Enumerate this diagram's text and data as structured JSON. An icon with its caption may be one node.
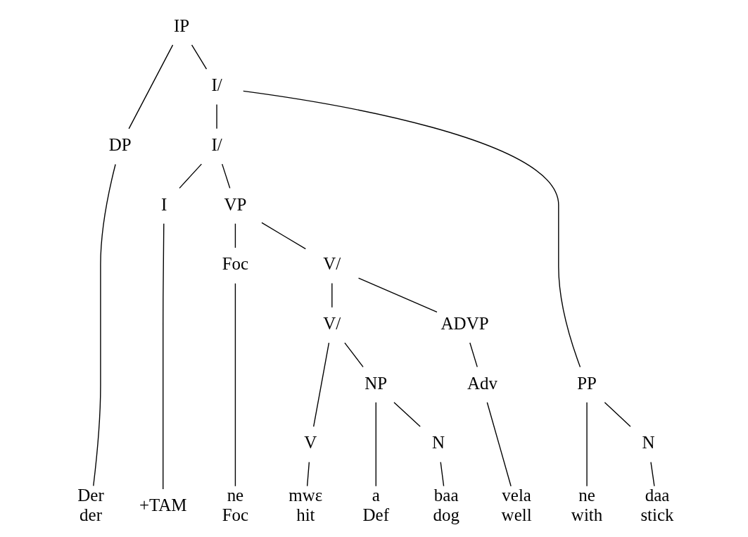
{
  "diagram": {
    "nodes": [
      {
        "text": [
          "IP"
        ]
      },
      {
        "text": [
          "DP"
        ]
      },
      {
        "text": [
          "I/"
        ]
      },
      {
        "text": [
          "I/"
        ]
      },
      {
        "text": [
          "I"
        ]
      },
      {
        "text": [
          "VP"
        ]
      },
      {
        "text": [
          "PP"
        ]
      },
      {
        "text": [
          "Foc"
        ]
      },
      {
        "text": [
          "V/"
        ]
      },
      {
        "text": [
          "N"
        ]
      },
      {
        "text": [
          "V/"
        ]
      },
      {
        "text": [
          "ADVP"
        ]
      },
      {
        "text": [
          "V"
        ]
      },
      {
        "text": [
          "NP"
        ]
      },
      {
        "text": [
          "Adv"
        ]
      },
      {
        "text": [
          "N"
        ]
      },
      {
        "text": [
          "Der",
          "der"
        ]
      },
      {
        "text": [
          "+TAM"
        ]
      },
      {
        "text": [
          "ne",
          "Foc"
        ]
      },
      {
        "text": [
          "mwɛ",
          "hit"
        ]
      },
      {
        "text": [
          "a",
          "Def"
        ]
      },
      {
        "text": [
          "baa",
          "dog"
        ]
      },
      {
        "text": [
          "vela",
          "well"
        ]
      },
      {
        "text": [
          "ne",
          "with"
        ]
      },
      {
        "text": [
          "daa",
          "stick"
        ]
      }
    ],
    "edges": [
      {
        "from": 0,
        "to": 1,
        "arrow": "none"
      },
      {
        "from": 0,
        "to": 2,
        "arrow": "none"
      },
      {
        "from": 2,
        "to": 3,
        "arrow": "none"
      },
      {
        "from": 2,
        "to": 6,
        "arrow": "none"
      },
      {
        "from": 3,
        "to": 4,
        "arrow": "none"
      },
      {
        "from": 3,
        "to": 5,
        "arrow": "none"
      },
      {
        "from": 5,
        "to": 7,
        "arrow": "none"
      },
      {
        "from": 5,
        "to": 8,
        "arrow": "none"
      },
      {
        "from": 8,
        "to": 10,
        "arrow": "none"
      },
      {
        "from": 8,
        "to": 11,
        "arrow": "none"
      },
      {
        "from": 10,
        "to": 12,
        "arrow": "none"
      },
      {
        "from": 10,
        "to": 13,
        "arrow": "none"
      },
      {
        "from": 13,
        "to": 20,
        "arrow": "none"
      },
      {
        "from": 13,
        "to": 15,
        "arrow": "none"
      },
      {
        "from": 11,
        "to": 14,
        "arrow": "none"
      },
      {
        "from": 6,
        "to": 23,
        "arrow": "none"
      },
      {
        "from": 6,
        "to": 9,
        "arrow": "none"
      },
      {
        "from": 9,
        "to": 24,
        "arrow": "none"
      },
      {
        "from": 1,
        "to": 16,
        "arrow": "none"
      },
      {
        "from": 4,
        "to": 17,
        "arrow": "none"
      },
      {
        "from": 7,
        "to": 18,
        "arrow": "none"
      },
      {
        "from": 12,
        "to": 19,
        "arrow": "none"
      },
      {
        "from": 15,
        "to": 21,
        "arrow": "none"
      },
      {
        "from": 14,
        "to": 22,
        "arrow": "none"
      }
    ]
  }
}
